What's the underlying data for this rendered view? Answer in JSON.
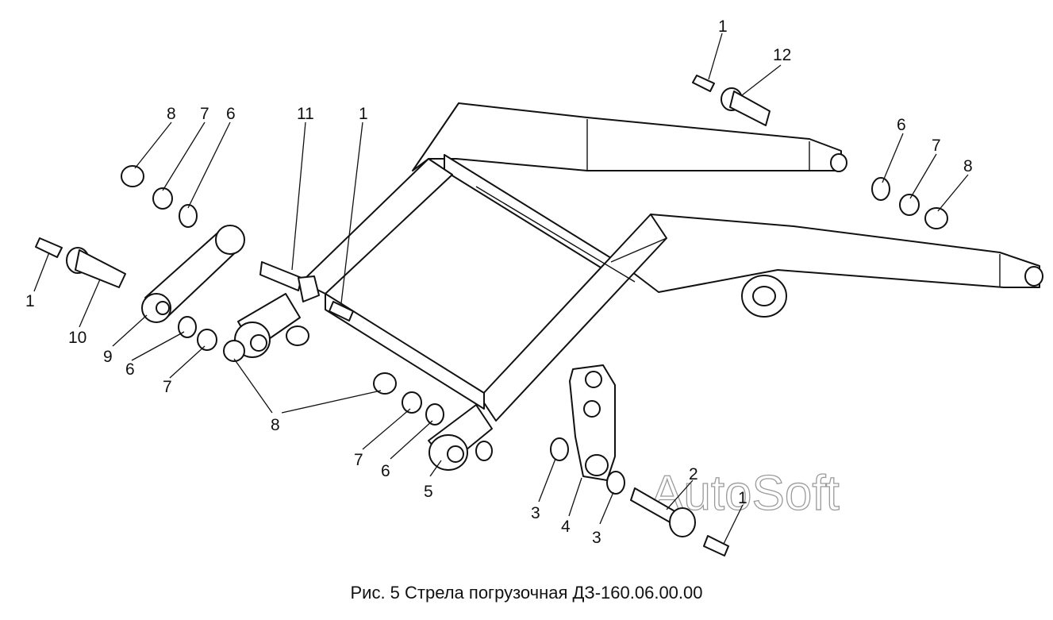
{
  "caption": "Рис. 5 Стрела погрузочная   ДЗ-160.06.00.00",
  "watermark": "AutoSoft",
  "callouts": [
    "1",
    "12",
    "8",
    "7",
    "6",
    "11",
    "1",
    "6",
    "7",
    "8",
    "1",
    "10",
    "9",
    "6",
    "7",
    "8",
    "7",
    "6",
    "5",
    "2",
    "1",
    "3",
    "4",
    "3"
  ]
}
